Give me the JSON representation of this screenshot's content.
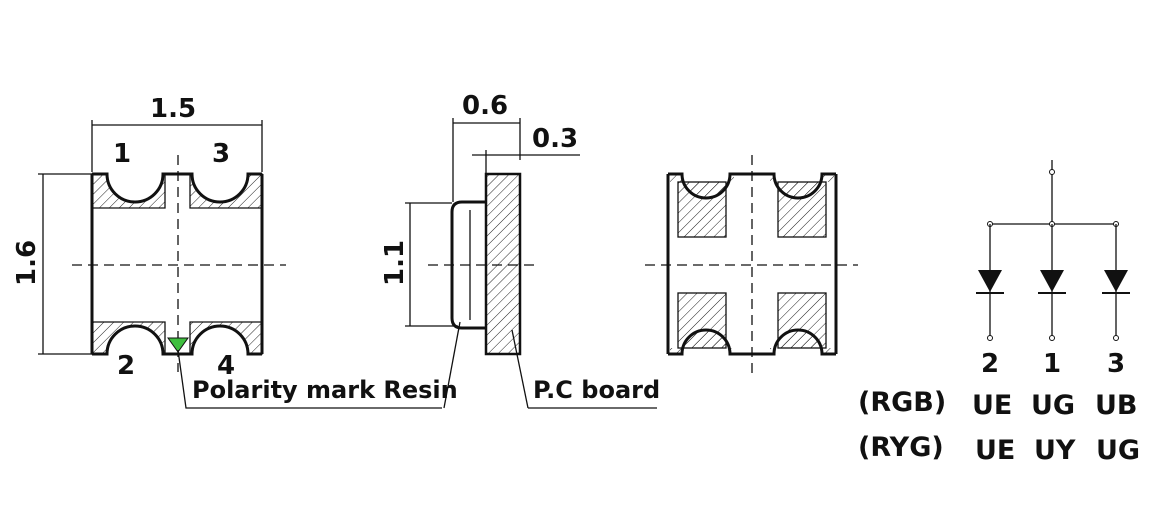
{
  "dimensions": {
    "width": "1.5",
    "height": "1.6",
    "thickness": "0.6",
    "board_thickness": "0.3",
    "resin_height": "1.1"
  },
  "pins_top_view": [
    "1",
    "3",
    "2",
    "4"
  ],
  "labels": {
    "polarity_resin": "Polarity mark Resin",
    "pc_board": "P.C board"
  },
  "schematic": {
    "pins": [
      "2",
      "1",
      "3"
    ],
    "rows": [
      {
        "label": "(RGB)",
        "codes": [
          "UE",
          "UG",
          "UB"
        ]
      },
      {
        "label": "(RYG)",
        "codes": [
          "UE",
          "UY",
          "UG"
        ]
      }
    ]
  },
  "colors": {
    "polarity_mark": "#3fbf3f",
    "line": "#111111"
  }
}
